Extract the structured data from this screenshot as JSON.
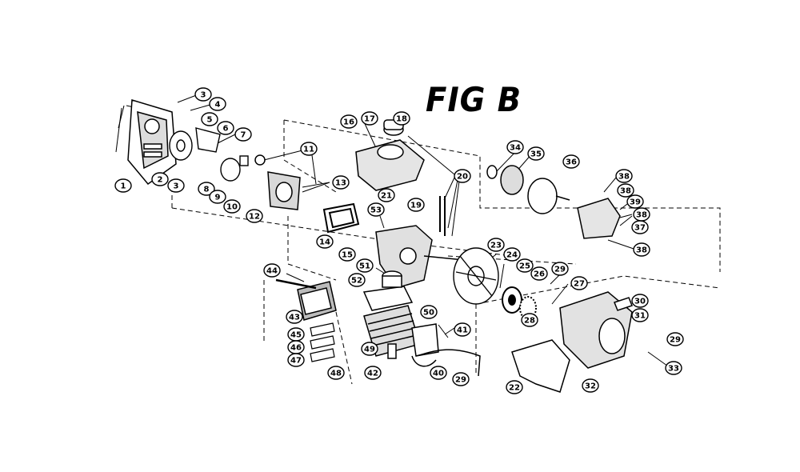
{
  "figure": {
    "title": "FIG B",
    "callouts": [
      "1",
      "2",
      "3",
      "3",
      "4",
      "5",
      "6",
      "7",
      "8",
      "9",
      "10",
      "11",
      "12",
      "13",
      "14",
      "15",
      "16",
      "17",
      "18",
      "19",
      "20",
      "21",
      "22",
      "23",
      "24",
      "25",
      "26",
      "27",
      "28",
      "29",
      "29",
      "29",
      "30",
      "31",
      "32",
      "33",
      "34",
      "35",
      "36",
      "37",
      "38",
      "38",
      "38",
      "38",
      "39",
      "40",
      "41",
      "42",
      "43",
      "44",
      "45",
      "46",
      "47",
      "48",
      "49",
      "50",
      "51",
      "52",
      "53"
    ]
  }
}
